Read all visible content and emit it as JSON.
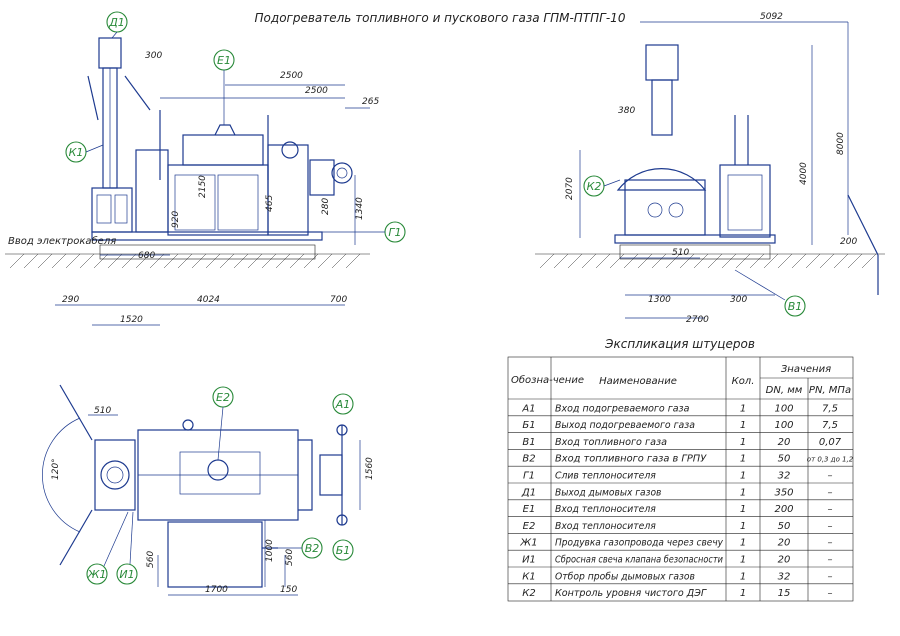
{
  "title": "Подогреватель топливного и пускового газа ГПМ-ПТПГ-10",
  "cable_label": "Ввод электрокабеля",
  "dims_front": [
    "300",
    "2500",
    "2500",
    "265",
    "2150",
    "920",
    "465",
    "280",
    "1340",
    "680",
    "290",
    "4024",
    "700",
    "1520"
  ],
  "dims_side": [
    "5092",
    "380",
    "2070",
    "4000",
    "8000",
    "510",
    "200",
    "1300",
    "300",
    "2700"
  ],
  "dims_plan": [
    "510",
    "120°",
    "1560",
    "1000",
    "560",
    "560",
    "1700",
    "150"
  ],
  "tags": {
    "D1": "Д1",
    "E1": "Е1",
    "K1": "К1",
    "G1": "Г1",
    "K2": "К2",
    "V1": "В1",
    "E2": "Е2",
    "A1": "А1",
    "B1": "Б1",
    "V2": "В2",
    "Zh1": "Ж1",
    "I1": "И1"
  },
  "table": {
    "caption": "Экспликация штуцеров",
    "headers": {
      "code": "Обозна-чение",
      "name": "Наименование",
      "qty": "Кол.",
      "values": "Значения",
      "dn": "DN, мм",
      "pn": "PN, МПа"
    },
    "rows": [
      {
        "code": "А1",
        "name": "Вход подогреваемого газа",
        "qty": "1",
        "dn": "100",
        "pn": "7,5"
      },
      {
        "code": "Б1",
        "name": "Выход подогреваемого газа",
        "qty": "1",
        "dn": "100",
        "pn": "7,5"
      },
      {
        "code": "В1",
        "name": "Вход топливного газа",
        "qty": "1",
        "dn": "20",
        "pn": "0,07"
      },
      {
        "code": "В2",
        "name": "Вход топливного газа в ГРПУ",
        "qty": "1",
        "dn": "50",
        "pn": "от 0,3 до 1,2"
      },
      {
        "code": "Г1",
        "name": "Слив теплоносителя",
        "qty": "1",
        "dn": "32",
        "pn": "–"
      },
      {
        "code": "Д1",
        "name": "Выход дымовых газов",
        "qty": "1",
        "dn": "350",
        "pn": "–"
      },
      {
        "code": "Е1",
        "name": "Вход теплоносителя",
        "qty": "1",
        "dn": "200",
        "pn": "–"
      },
      {
        "code": "Е2",
        "name": "Вход теплоносителя",
        "qty": "1",
        "dn": "50",
        "pn": "–"
      },
      {
        "code": "Ж1",
        "name": "Продувка газопровода через свечу",
        "qty": "1",
        "dn": "20",
        "pn": "–"
      },
      {
        "code": "И1",
        "name": "Сбросная свеча клапана безопасности",
        "qty": "1",
        "dn": "20",
        "pn": "–"
      },
      {
        "code": "К1",
        "name": "Отбор пробы дымовых газов",
        "qty": "1",
        "dn": "32",
        "pn": "–"
      },
      {
        "code": "К2",
        "name": "Контроль уровня чистого ДЭГ",
        "qty": "1",
        "dn": "15",
        "pn": "–"
      }
    ]
  }
}
